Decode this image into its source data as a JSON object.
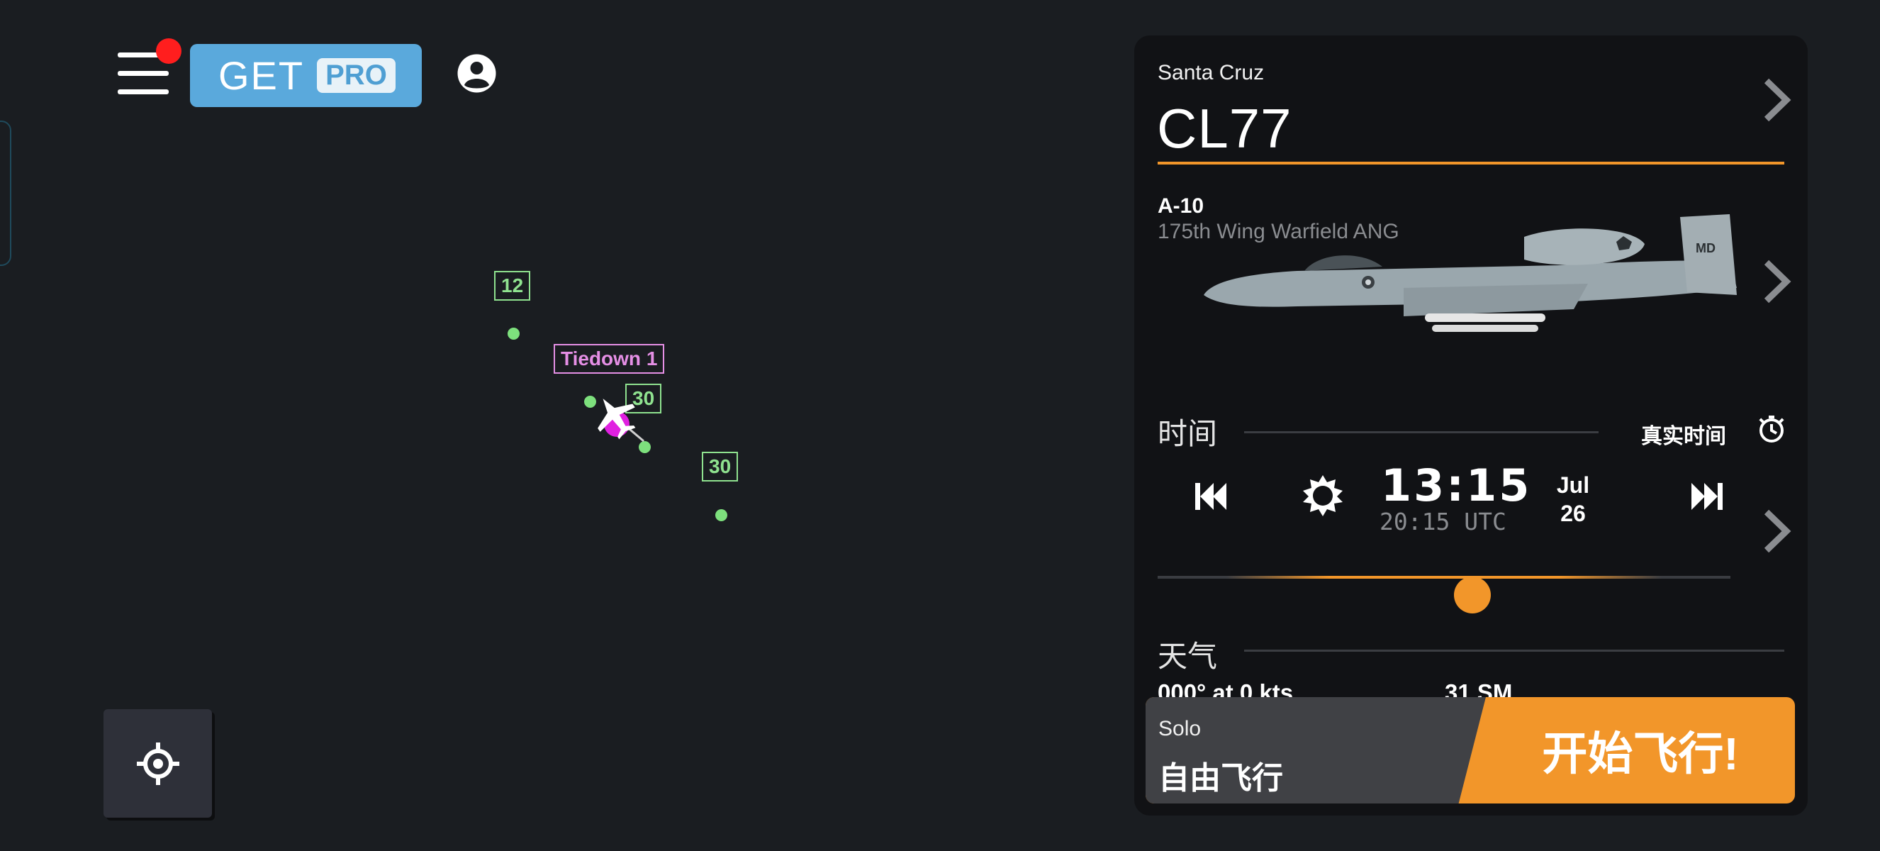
{
  "topbar": {
    "get_label": "GET",
    "pro_label": "PRO"
  },
  "map": {
    "runway_labels": [
      "12",
      "30",
      "30"
    ],
    "tiedown_label": "Tiedown 1"
  },
  "panel": {
    "airport_name": "Santa Cruz",
    "airport_code": "CL77",
    "aircraft_type": "A-10",
    "aircraft_unit": "175th Wing Warfield ANG",
    "time_section_title": "时间",
    "realtime_label": "真实时间",
    "local_time": "13:15",
    "utc_time": "20:15 UTC",
    "date_month": "Jul",
    "date_day": "26",
    "time_slider_fraction": 0.55,
    "weather_section_title": "天气",
    "weather_wind": "000° at 0 kts",
    "weather_visibility": "31 SM",
    "mode_sub": "Solo",
    "mode_main": "自由飞行",
    "start_button_label": "开始飞行!"
  },
  "colors": {
    "accent": "#f2962a",
    "pro_blue": "#5aa9dc",
    "runway_green": "#8fe28f",
    "tiedown_pink": "#e58fe5",
    "notification_red": "#ff1e1e"
  },
  "icons": [
    "menu-icon",
    "account-icon",
    "locate-icon",
    "chevron-right-icon",
    "clock-icon",
    "skip-back-icon",
    "sun-icon",
    "skip-forward-icon",
    "aircraft-icon"
  ]
}
